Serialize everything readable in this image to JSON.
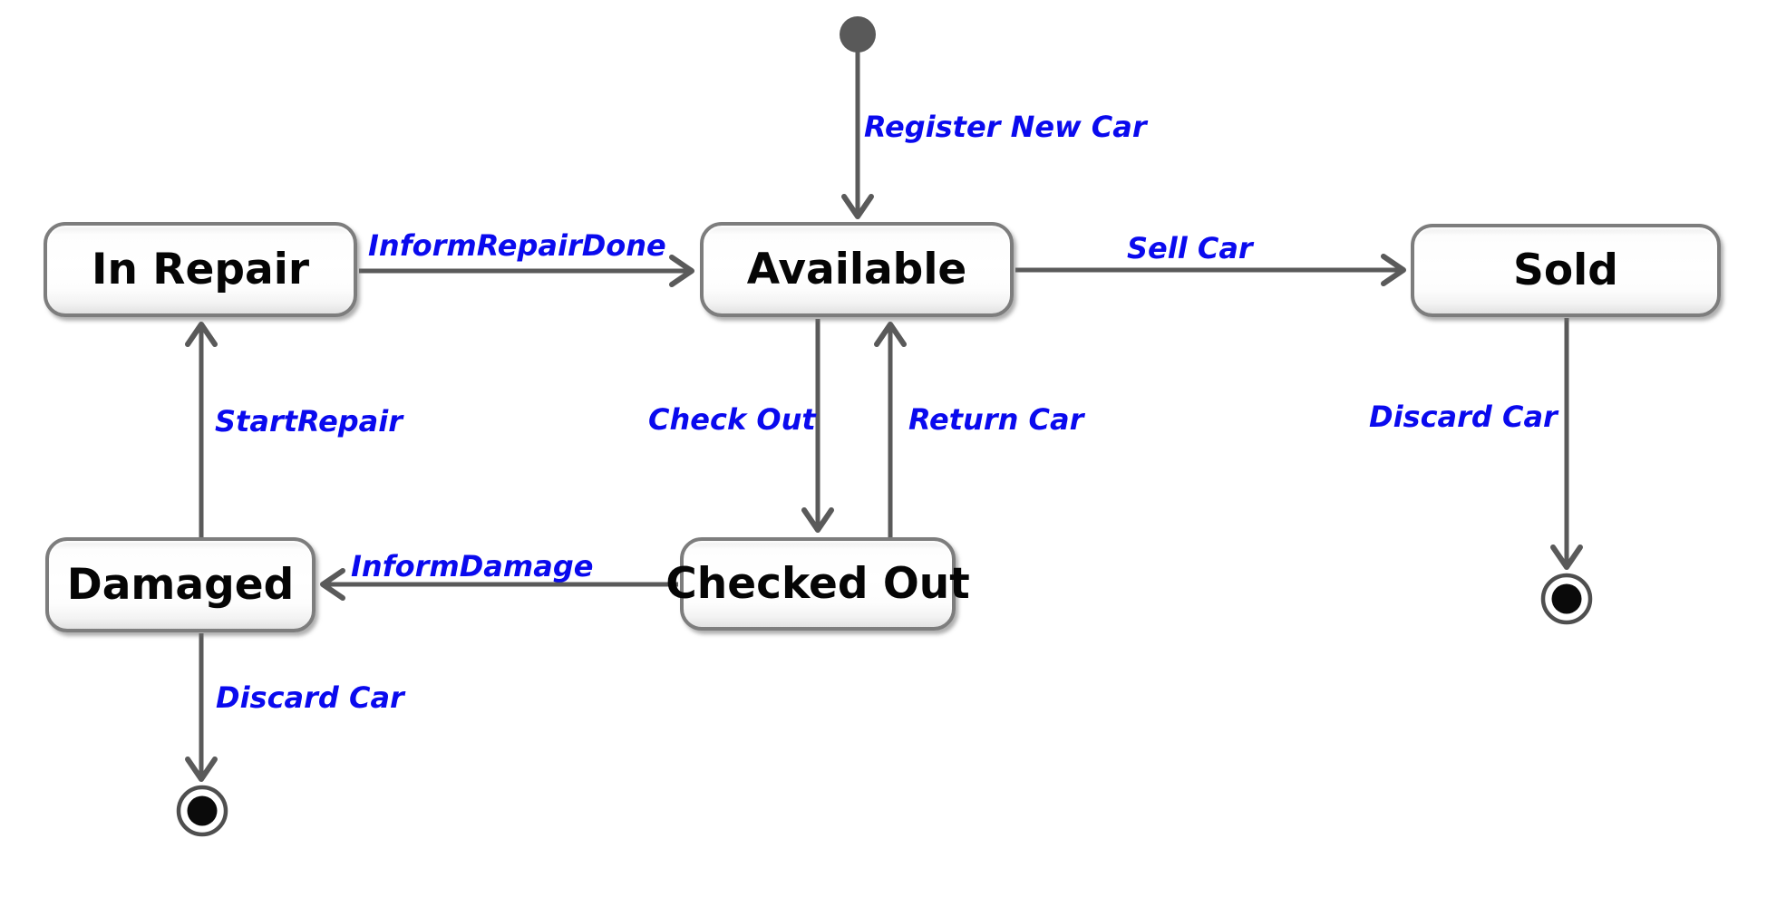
{
  "diagram": {
    "type": "uml-state-machine",
    "subject": "car rental lifecycle",
    "colors": {
      "transition_label": "#0a0aee",
      "arrow": "#5a5a5a",
      "state_border": "#7d7d7d",
      "state_fill": "#ffffff",
      "state_text": "#050505",
      "initial_fill": "#595959",
      "final_inner_fill": "#0a0a0a",
      "background": "#ffffff"
    },
    "pseudostates": [
      {
        "id": "initial",
        "kind": "initial"
      },
      {
        "id": "final_damaged",
        "kind": "final"
      },
      {
        "id": "final_sold",
        "kind": "final"
      }
    ],
    "states": [
      {
        "id": "in_repair",
        "label": "In Repair"
      },
      {
        "id": "available",
        "label": "Available"
      },
      {
        "id": "sold",
        "label": "Sold"
      },
      {
        "id": "damaged",
        "label": "Damaged"
      },
      {
        "id": "checked_out",
        "label": "Checked Out"
      }
    ],
    "transitions": [
      {
        "from": "initial",
        "to": "available",
        "label": "Register New Car"
      },
      {
        "from": "in_repair",
        "to": "available",
        "label": "InformRepairDone"
      },
      {
        "from": "available",
        "to": "sold",
        "label": "Sell Car"
      },
      {
        "from": "available",
        "to": "checked_out",
        "label": "Check Out"
      },
      {
        "from": "checked_out",
        "to": "available",
        "label": "Return Car"
      },
      {
        "from": "damaged",
        "to": "in_repair",
        "label": "StartRepair"
      },
      {
        "from": "checked_out",
        "to": "damaged",
        "label": "InformDamage"
      },
      {
        "from": "damaged",
        "to": "final_damaged",
        "label": "Discard Car"
      },
      {
        "from": "sold",
        "to": "final_sold",
        "label": "Discard Car"
      }
    ]
  }
}
